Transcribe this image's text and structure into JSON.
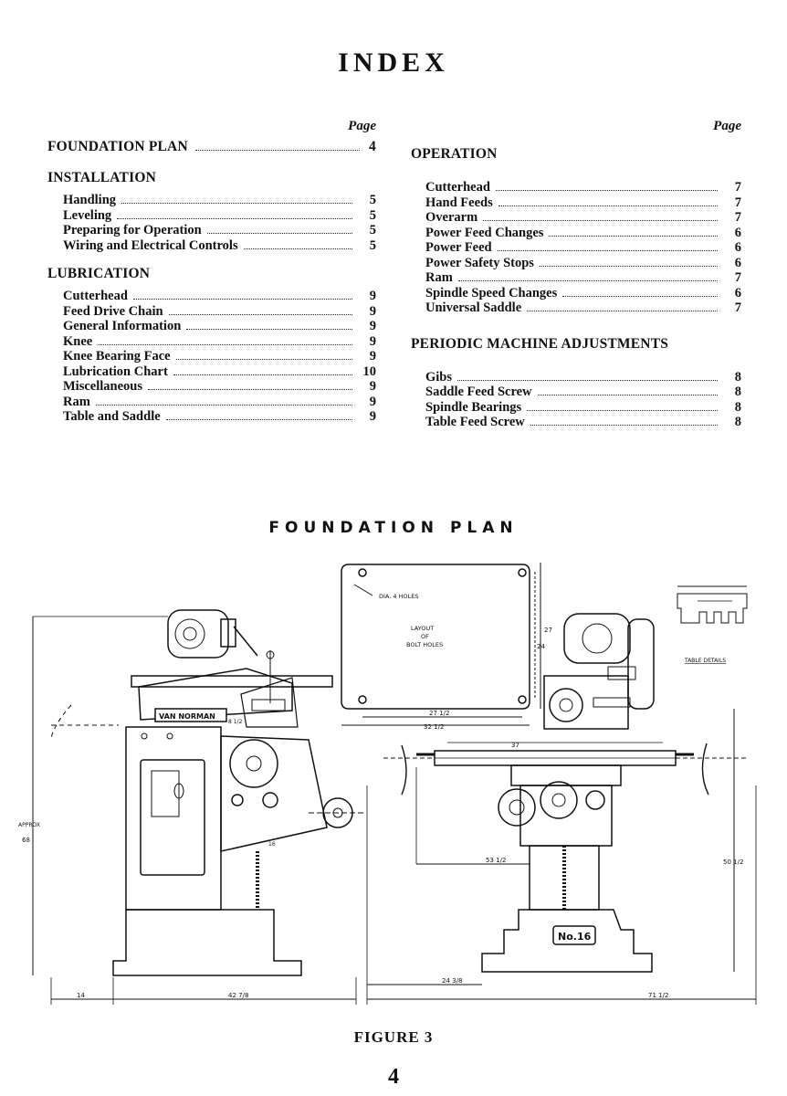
{
  "title": "INDEX",
  "page_header": "Page",
  "left_column": [
    {
      "heading": "FOUNDATION PLAN",
      "page": "4",
      "items": []
    },
    {
      "heading": "INSTALLATION",
      "page": "",
      "items": [
        {
          "label": "Handling",
          "page": "5"
        },
        {
          "label": "Leveling",
          "page": "5"
        },
        {
          "label": "Preparing for Operation",
          "page": "5"
        },
        {
          "label": "Wiring and Electrical Controls",
          "page": "5"
        }
      ]
    },
    {
      "heading": "LUBRICATION",
      "page": "",
      "items": [
        {
          "label": "Cutterhead",
          "page": "9"
        },
        {
          "label": "Feed Drive Chain",
          "page": "9"
        },
        {
          "label": "General Information",
          "page": "9"
        },
        {
          "label": "Knee",
          "page": "9"
        },
        {
          "label": "Knee Bearing Face",
          "page": "9"
        },
        {
          "label": "Lubrication Chart",
          "page": "10"
        },
        {
          "label": "Miscellaneous",
          "page": "9"
        },
        {
          "label": "Ram",
          "page": "9"
        },
        {
          "label": "Table and Saddle",
          "page": "9"
        }
      ]
    }
  ],
  "right_column": [
    {
      "heading": "OPERATION",
      "page": "",
      "items": [
        {
          "label": "Cutterhead",
          "page": "7"
        },
        {
          "label": "Hand Feeds",
          "page": "7"
        },
        {
          "label": "Overarm",
          "page": "7"
        },
        {
          "label": "Power Feed Changes",
          "page": "6"
        },
        {
          "label": "Power Feed",
          "page": "6"
        },
        {
          "label": "Power Safety Stops",
          "page": "6"
        },
        {
          "label": "Ram",
          "page": "7"
        },
        {
          "label": "Spindle Speed Changes",
          "page": "6"
        },
        {
          "label": "Universal Saddle",
          "page": "7"
        }
      ]
    },
    {
      "heading": "PERIODIC MACHINE ADJUSTMENTS",
      "page": "",
      "items": [
        {
          "label": "Gibs",
          "page": "8"
        },
        {
          "label": "Saddle Feed Screw",
          "page": "8"
        },
        {
          "label": "Spindle Bearings",
          "page": "8"
        },
        {
          "label": "Table Feed Screw",
          "page": "8"
        }
      ]
    }
  ],
  "foundation_plan_title": "FOUNDATION PLAN",
  "drawing": {
    "layout_label_1": "LAYOUT",
    "layout_label_2": "OF",
    "layout_label_3": "BOLT HOLES",
    "holes_note": "DIA. 4 HOLES",
    "table_details": "TABLE DETAILS",
    "brand_plate": "VAN NORMAN",
    "model_plate": "No.16",
    "dim_approx": "APPROX",
    "dim_68": "68",
    "dim_14": "14",
    "dim_42": "42 7/8",
    "dim_24": "24 3/8",
    "dim_71": "71 1/2",
    "dim_37": "37",
    "dim_53": "53 1/2",
    "dim_50": "50 1/2",
    "dim_27a": "27",
    "dim_24b": "24",
    "dim_27b": "27 1/2",
    "dim_32": "32 1/2",
    "dim_8": "8 1/2",
    "dim_16": "16"
  },
  "figure_caption": "FIGURE 3",
  "page_number": "4"
}
